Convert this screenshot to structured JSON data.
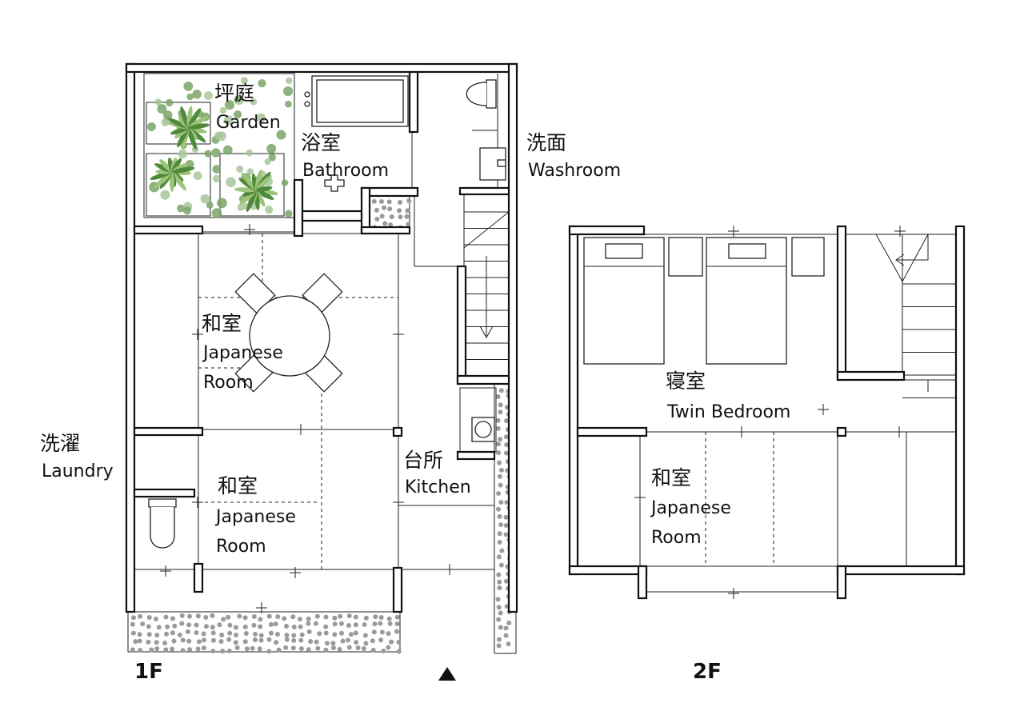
{
  "floors": {
    "first": {
      "label": "1F",
      "rooms": {
        "garden": {
          "jp": "坪庭",
          "en": "Garden"
        },
        "bathroom": {
          "jp": "浴室",
          "en": "Bathroom"
        },
        "washroom": {
          "jp": "洗面",
          "en": "Washroom"
        },
        "japanese_room_1": {
          "jp": "和室",
          "en1": "Japanese",
          "en2": "Room"
        },
        "laundry": {
          "jp": "洗濯",
          "en": "Laundry"
        },
        "japanese_room_2": {
          "jp": "和室",
          "en1": "Japanese",
          "en2": "Room"
        },
        "kitchen": {
          "jp": "台所",
          "en": "Kitchen"
        }
      }
    },
    "second": {
      "label": "2F",
      "rooms": {
        "bedroom": {
          "jp": "寝室",
          "en": "Twin Bedroom"
        },
        "japanese_room": {
          "jp": "和室",
          "en1": "Japanese",
          "en2": "Room"
        }
      }
    }
  },
  "colors": {
    "wall": "#111111",
    "gravel": "#9a9a9a",
    "plant_dark": "#4e8a3a",
    "plant_light": "#9cc47a",
    "plant_dot": "#a8c69a"
  },
  "icons": {
    "entrance": "triangle-up-icon"
  }
}
